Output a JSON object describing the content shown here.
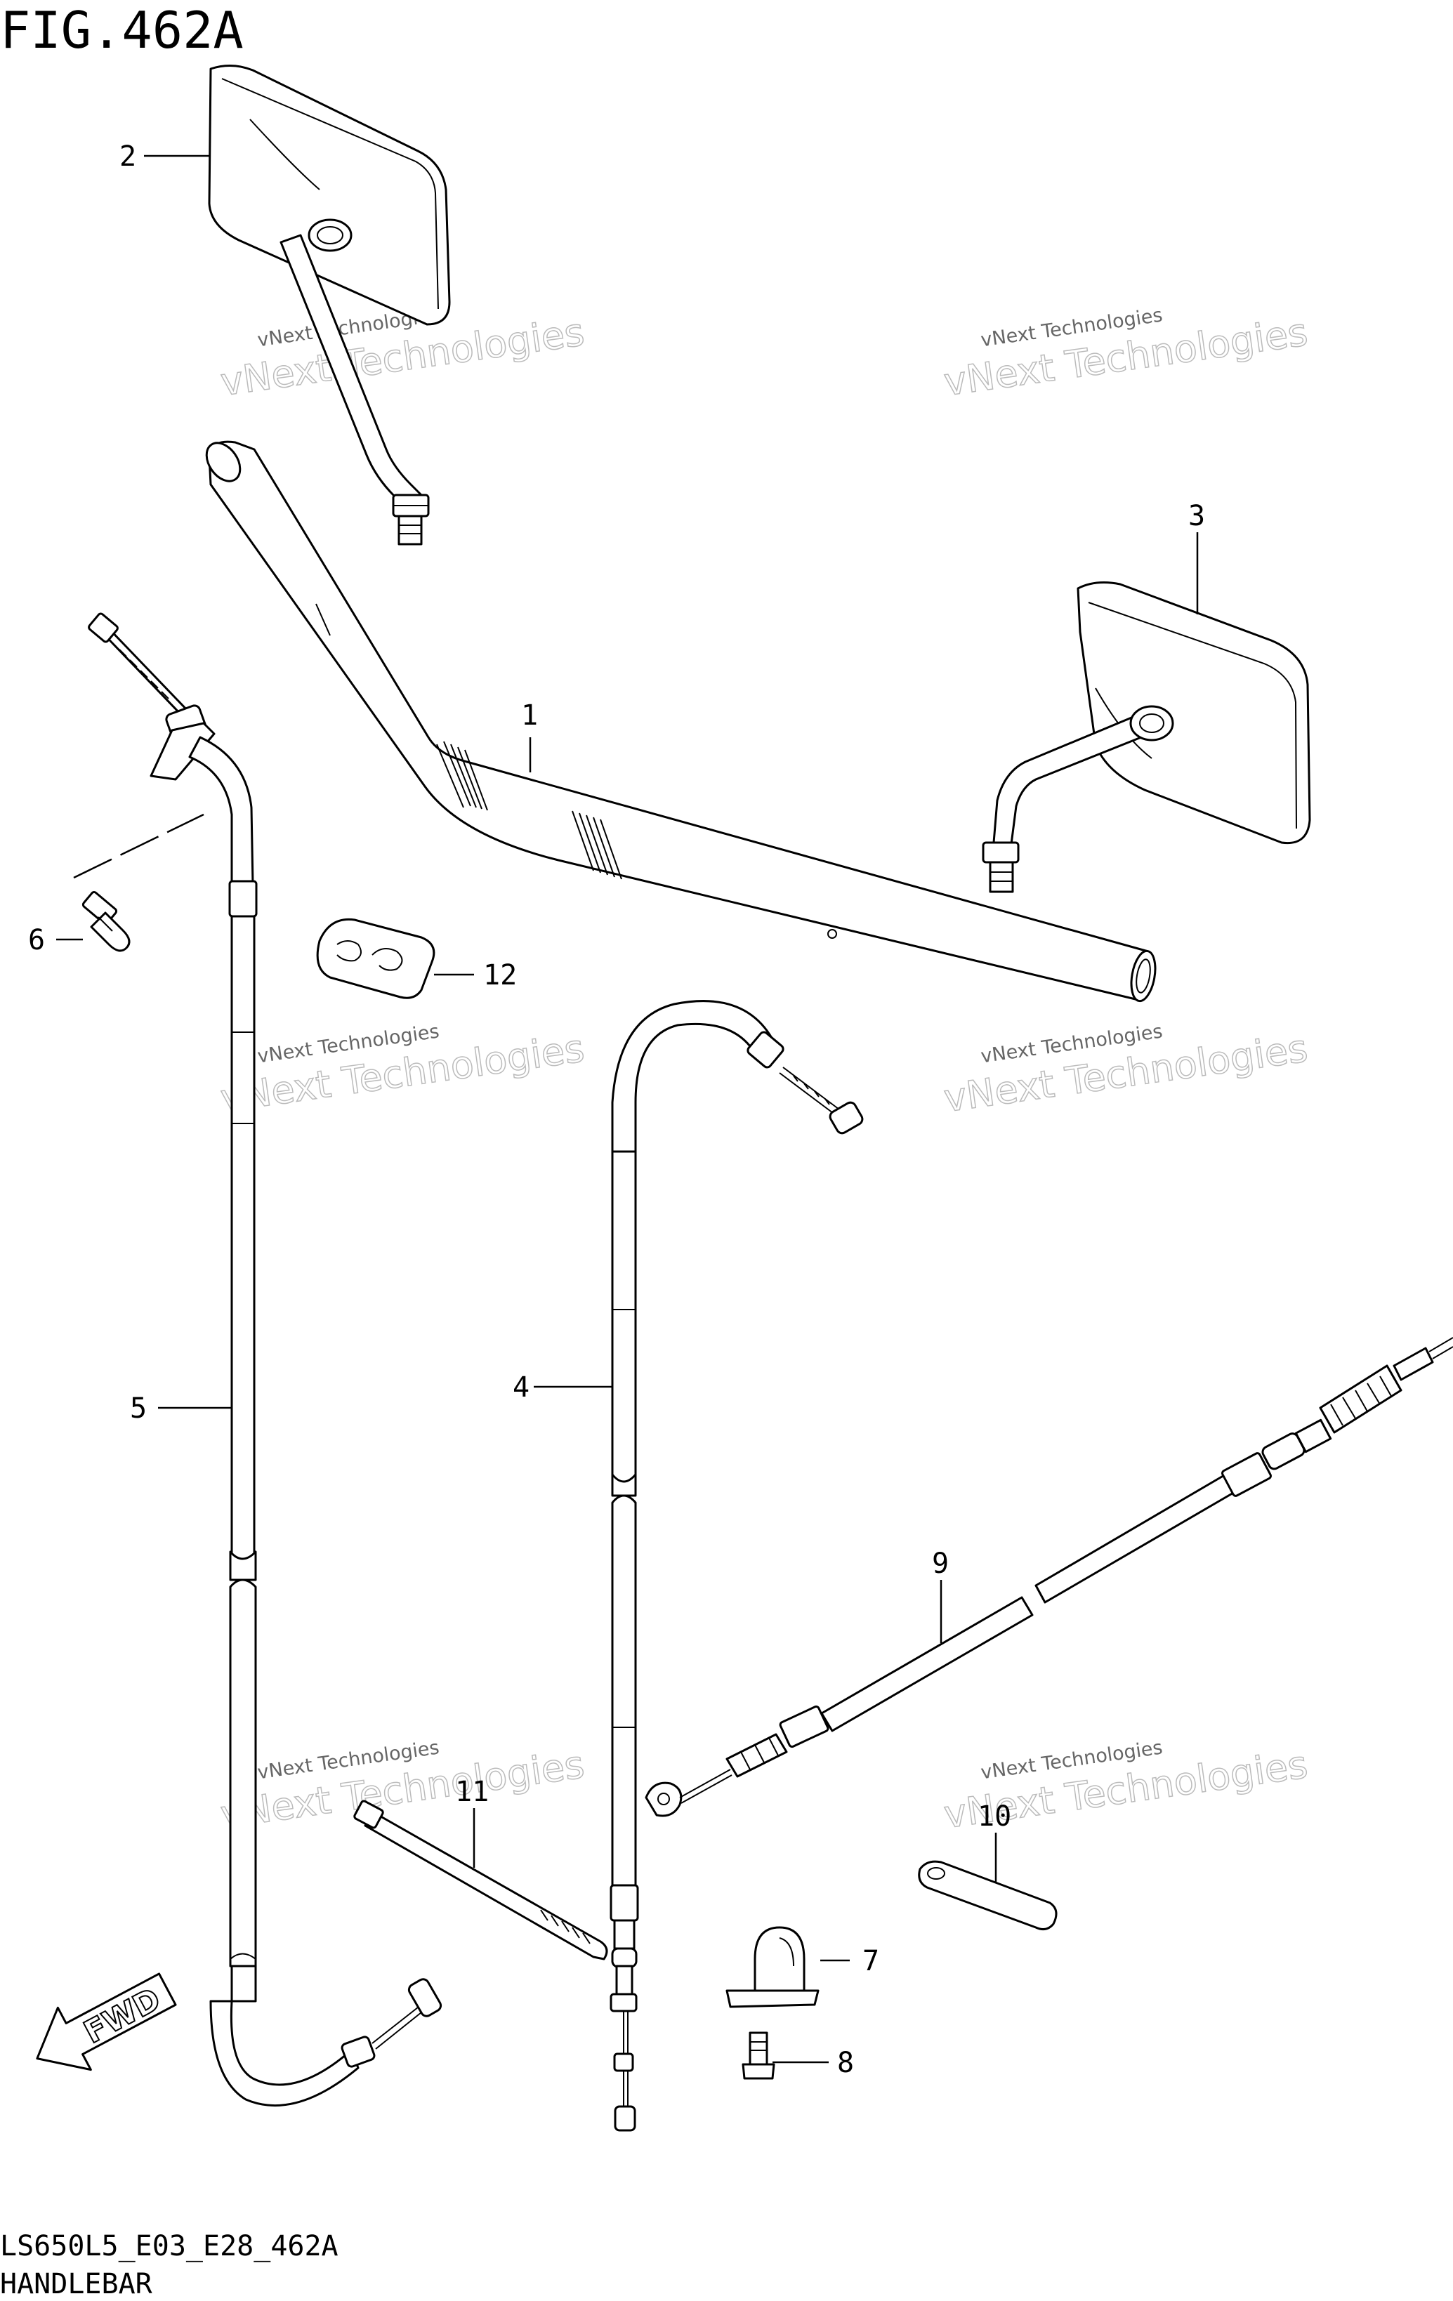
{
  "figure": {
    "title": "FIG.462A",
    "code": "LS650L5_E03_E28_462A",
    "name": "HANDLEBAR"
  },
  "watermark": {
    "line1": "vNext Technologies",
    "line2": "vNext Technologies"
  },
  "direction_label": "FWD",
  "callouts": [
    "1",
    "2",
    "3",
    "4",
    "5",
    "6",
    "7",
    "8",
    "9",
    "10",
    "11",
    "12"
  ]
}
